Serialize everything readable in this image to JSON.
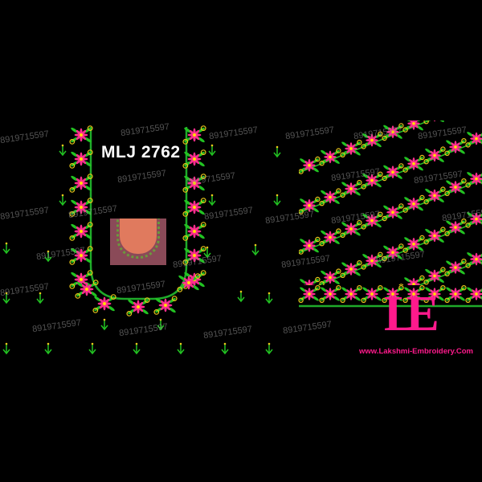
{
  "design_code": "MLJ 2762",
  "watermark_text": "8919715597",
  "brand": {
    "logo_letters": "LE",
    "website": "www.Lakshmi-Embroidery.Com"
  },
  "colors": {
    "background": "#000000",
    "flower_petal": "#ff2d8f",
    "flower_center": "#ffe000",
    "leaf": "#22c322",
    "vine": "#e8c81a",
    "outline": "#1faa2a",
    "brand": "#ff1a8c"
  }
}
